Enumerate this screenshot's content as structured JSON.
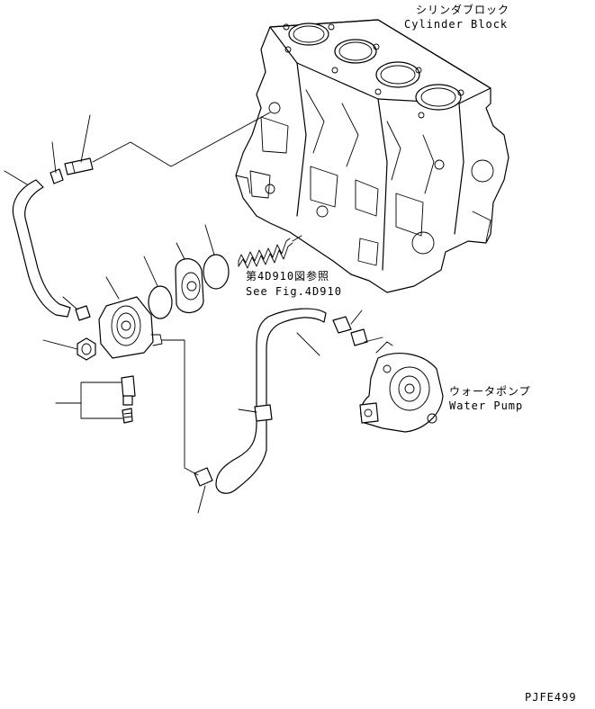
{
  "labels": {
    "cylinder_block_jp": "シリンダブロック",
    "cylinder_block_en": "Cylinder Block",
    "ref_jp": "第4D910図参照",
    "ref_en": "See Fig.4D910",
    "water_pump_jp": "ウォータポンプ",
    "water_pump_en": "Water Pump",
    "figure_code": "PJFE499"
  }
}
